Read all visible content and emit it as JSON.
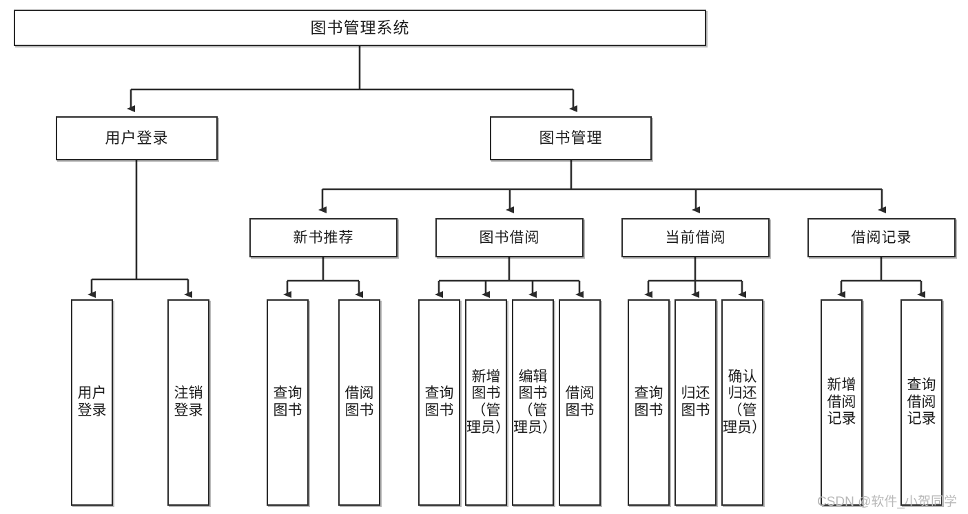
{
  "diagram": {
    "title": "图书管理系统",
    "type": "tree",
    "watermark": "CSDN @软件_小贺同学",
    "colors": {
      "box_border": "#2b2b2b",
      "box_fill": "#ffffff",
      "edge": "#2b2b2b",
      "text": "#1b1b1b",
      "watermark": "#b9b9b9"
    },
    "root": {
      "label": "图书管理系统"
    },
    "level2": [
      {
        "label": "用户登录"
      },
      {
        "label": "图书管理"
      }
    ],
    "level3": [
      {
        "label": "新书推荐"
      },
      {
        "label": "图书借阅"
      },
      {
        "label": "当前借阅"
      },
      {
        "label": "借阅记录"
      }
    ],
    "leaves": {
      "user_login": [
        {
          "label": "用户登录"
        },
        {
          "label": "注销登录"
        }
      ],
      "new_book": [
        {
          "label": "查询图书"
        },
        {
          "label": "借阅图书"
        }
      ],
      "book_borrow": [
        {
          "label": "查询图书"
        },
        {
          "label": "新增图书（管理员）"
        },
        {
          "label": "编辑图书（管理员）"
        },
        {
          "label": "借阅图书"
        }
      ],
      "current_borrow": [
        {
          "label": "查询图书"
        },
        {
          "label": "归还图书"
        },
        {
          "label": "确认归还（管理员）"
        }
      ],
      "borrow_record": [
        {
          "label": "新增借阅记录"
        },
        {
          "label": "查询借阅记录"
        }
      ]
    }
  }
}
